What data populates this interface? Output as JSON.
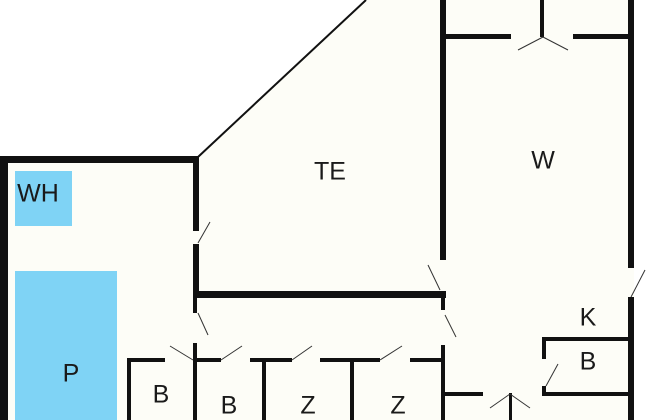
{
  "colors": {
    "wall": "#111111",
    "floor": "#fdfdf7",
    "fixture": "#7fd3f5"
  },
  "rooms": {
    "te": "TE",
    "w": "W",
    "wh": "WH",
    "p": "P",
    "k": "K",
    "b_kitchen": "B",
    "b_left1": "B",
    "b_left2": "B",
    "z1": "Z",
    "z2": "Z"
  }
}
